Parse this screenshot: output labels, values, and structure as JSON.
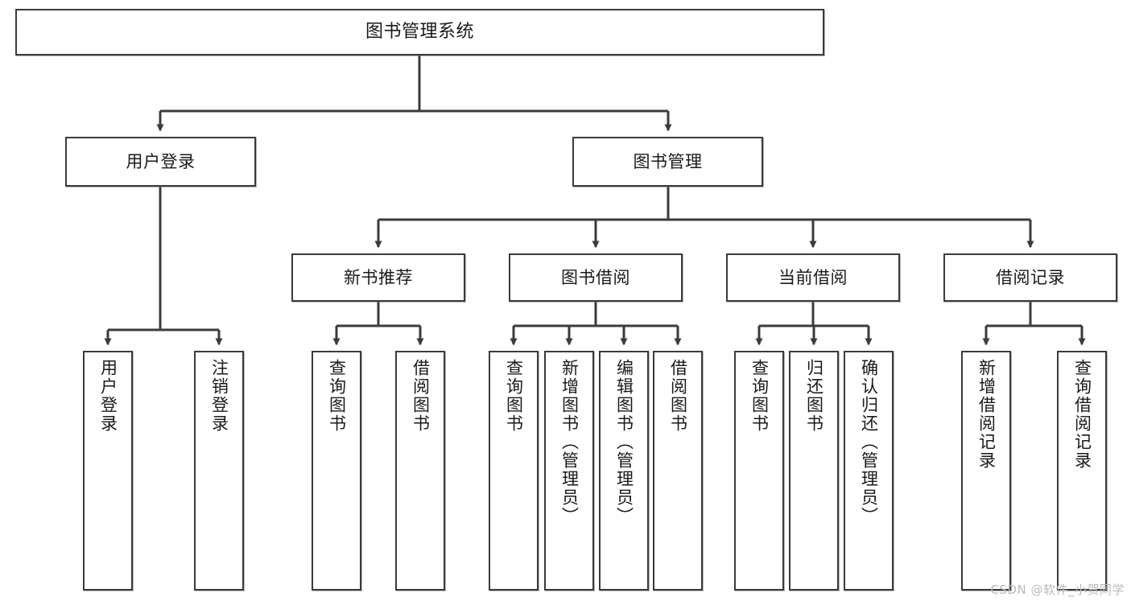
{
  "diagram": {
    "title": "图书管理系统",
    "type": "tree-hierarchy",
    "watermark": "CSDN @软件_小贺同学",
    "stroke_color": "#3b3b3b",
    "background_color": "#ffffff",
    "nodes": {
      "root": {
        "label": "图书管理系统"
      },
      "level1": [
        {
          "label": "用户登录"
        },
        {
          "label": "图书管理"
        }
      ],
      "level2": [
        {
          "label": "新书推荐"
        },
        {
          "label": "图书借阅"
        },
        {
          "label": "当前借阅"
        },
        {
          "label": "借阅记录"
        }
      ],
      "leaves": {
        "user_login": [
          {
            "label": "用户登录"
          },
          {
            "label": "注销登录"
          }
        ],
        "new_book_recommend": [
          {
            "label": "查询图书"
          },
          {
            "label": "借阅图书"
          }
        ],
        "book_borrow": [
          {
            "label": "查询图书"
          },
          {
            "label": "新增图书（管理员）"
          },
          {
            "label": "编辑图书（管理员）"
          },
          {
            "label": "借阅图书"
          }
        ],
        "current_borrow": [
          {
            "label": "查询图书"
          },
          {
            "label": "归还图书"
          },
          {
            "label": "确认归还（管理员）"
          }
        ],
        "borrow_record": [
          {
            "label": "新增借阅记录"
          },
          {
            "label": "查询借阅记录"
          }
        ]
      }
    }
  }
}
